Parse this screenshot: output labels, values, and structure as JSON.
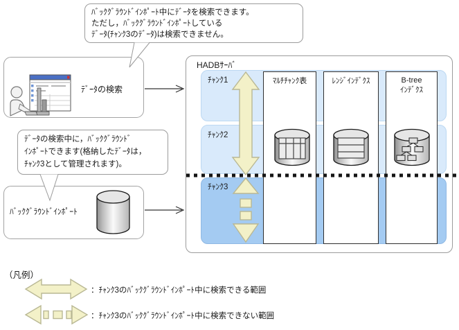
{
  "callout_search": {
    "line1": "ﾊﾞｯｸｸﾞﾗｳﾝﾄﾞｲﾝﾎﾟｰﾄ中にﾃﾞｰﾀを検索できます。",
    "line2": "ただし，ﾊﾞｯｸｸﾞﾗｳﾝﾄﾞｲﾝﾎﾟｰﾄしている",
    "line3": "ﾃﾞｰﾀ(ﾁｬﾝｸ3のﾃﾞｰﾀ)は検索できません。"
  },
  "search_box": {
    "label": "ﾃﾞｰﾀの検索"
  },
  "callout_import": {
    "line1": "ﾃﾞｰﾀの検索中に，ﾊﾞｯｸｸﾞﾗｳﾝﾄﾞ",
    "line2": "ｲﾝﾎﾟｰﾄできます(格納したﾃﾞｰﾀは，",
    "line3": "ﾁｬﾝｸ3として管理されます)。"
  },
  "import_box": {
    "label": "ﾊﾞｯｸｸﾞﾗｳﾝﾄﾞｲﾝﾎﾟｰﾄ"
  },
  "server": {
    "title": "HADBｻｰﾊﾞ",
    "chunks": [
      {
        "label": "ﾁｬﾝｸ1"
      },
      {
        "label": "ﾁｬﾝｸ2"
      },
      {
        "label": "ﾁｬﾝｸ3"
      }
    ],
    "columns": [
      {
        "label": "ﾏﾙﾁﾁｬﾝｸ表"
      },
      {
        "label": "ﾚﾝｼﾞｲﾝﾃﾞｸｽ"
      },
      {
        "label": "B-tree",
        "label2": "ｲﾝﾃﾞｸｽ"
      }
    ]
  },
  "legend": {
    "title": "（凡例）",
    "items": [
      {
        "label": "：ﾁｬﾝｸ3のﾊﾞｯｸｸﾞﾗｳﾝﾄﾞｲﾝﾎﾟｰﾄ中に検索できる範囲"
      },
      {
        "label": "：ﾁｬﾝｸ3のﾊﾞｯｸｸﾞﾗｳﾝﾄﾞｲﾝﾎﾟｰﾄ中に検索できない範囲"
      }
    ]
  },
  "colors": {
    "band_light": "#D9EAFB",
    "band_dark": "#A4CBF2",
    "arrow_fill": "#F3F1C8",
    "arrow_stroke": "#B9B894",
    "box_border": "#9B9B9B"
  },
  "icons": {
    "search_source": "person-at-computer-icon",
    "import_source": "database-cylinder-icon",
    "multichunk_store": "database-table-icon",
    "range_index_store": "database-rows-icon",
    "btree_index_store": "database-tree-icon"
  }
}
